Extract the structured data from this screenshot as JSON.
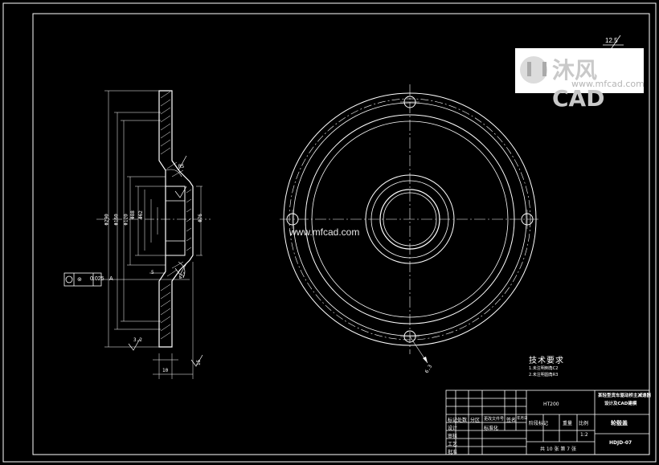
{
  "watermark": {
    "brand": "沐风CAD",
    "url": "www.mfcad.com"
  },
  "center_watermark": "www.mfcad.com",
  "roughness_symbol_value": "12.5",
  "geometric_tolerance": {
    "symbol": "circular-runout",
    "value": "0.025",
    "datum": "A"
  },
  "technical_requirements": {
    "title": "技术要求",
    "items": [
      "1.未注明倒角C2",
      "2.未注明圆角R3"
    ]
  },
  "title_block": {
    "project_title_line1": "某轻型货车驱动桥主减速器",
    "project_title_line2": "设计及CAD建模",
    "part_name": "轮毂盖",
    "drawing_number": "HDJD-07",
    "material": "HT200",
    "scale_label": "比例",
    "scale_value": "1:2",
    "sheet_text": "共 10 张  第 7 张",
    "header_labels": [
      "标记",
      "处数",
      "分区",
      "更改文件号",
      "签名",
      "年月日"
    ],
    "row_labels": [
      "设计",
      "审核",
      "工艺",
      "批准"
    ],
    "stage_label": "阶段标记",
    "weight_label": "重量",
    "standard_label": "标准化"
  },
  "dimension_labels": [
    "Φ290",
    "Φ160",
    "Φ120",
    "Φ88",
    "Φ62",
    "Φ76",
    "5",
    "45°",
    "R5",
    "3.2",
    "10",
    "15",
    "6.3"
  ]
}
